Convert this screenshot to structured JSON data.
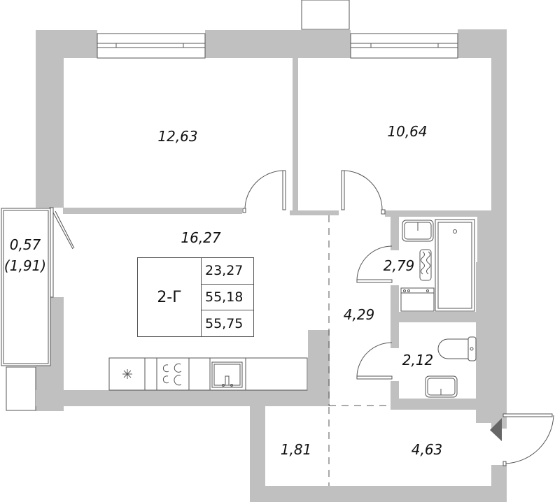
{
  "plan": {
    "apartment_type": "2-Г",
    "summary_values": {
      "living_area": "23,27",
      "total_area": "55,18",
      "total_area_with_balcony": "55,75"
    },
    "rooms": {
      "bedroom_left": "12,63",
      "bedroom_right": "10,64",
      "kitchen_living": "16,27",
      "balcony": "0,57",
      "balcony_full": "(1,91)",
      "bathroom": "2,79",
      "corridor": "4,29",
      "toilet": "2,12",
      "hall_left": "1,81",
      "hall_entry": "4,63"
    },
    "colors": {
      "wall": "#c0c0c0",
      "line": "#555555",
      "entry_arrow": "#666666",
      "text": "#111111"
    },
    "icons": [
      "window",
      "door-swing",
      "sink",
      "bathtub",
      "towel-rail",
      "washing-machine",
      "toilet",
      "stove",
      "fan",
      "kitchen-sink",
      "entry-arrow"
    ]
  }
}
